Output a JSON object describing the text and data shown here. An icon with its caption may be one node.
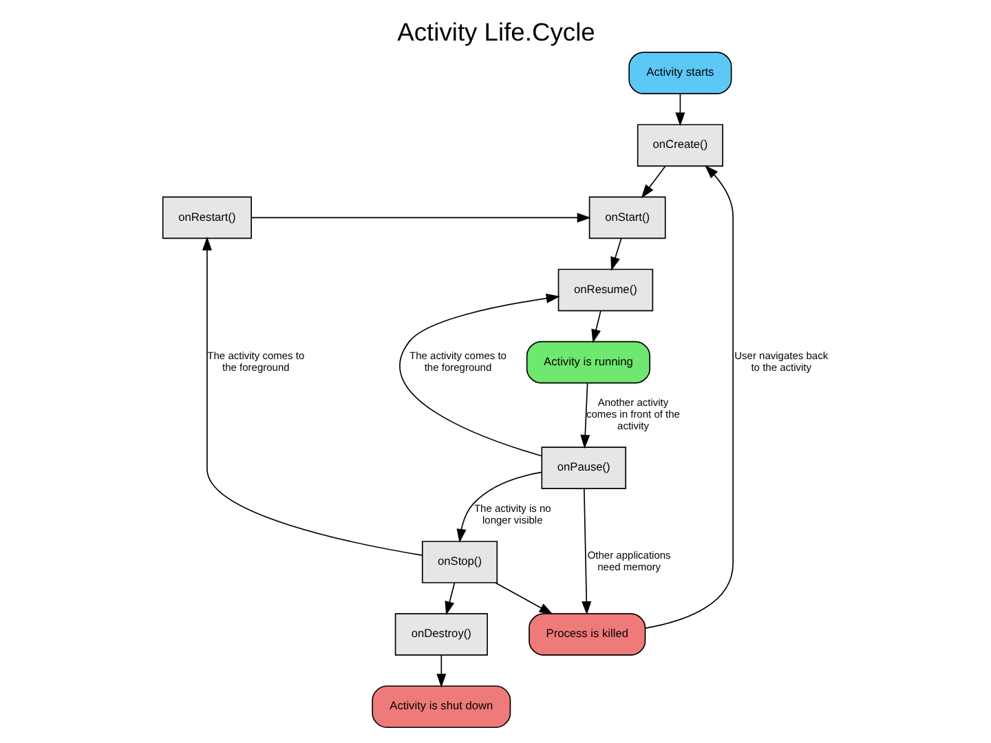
{
  "diagram": {
    "title": "Activity Life.Cycle",
    "nodes": [
      {
        "text": [
          "Activity starts"
        ]
      },
      {
        "text": [
          "onCreate()"
        ]
      },
      {
        "text": [
          "onStart()"
        ]
      },
      {
        "text": [
          "onRestart()"
        ]
      },
      {
        "text": [
          "onResume()"
        ]
      },
      {
        "text": [
          "Activity is running"
        ]
      },
      {
        "text": [
          "onPause()"
        ]
      },
      {
        "text": [
          "onStop()"
        ]
      },
      {
        "text": [
          "onDestroy()"
        ]
      },
      {
        "text": [
          "Activity is shut down"
        ]
      },
      {
        "text": [
          "Process is killed"
        ]
      }
    ],
    "edges": [
      {
        "from": 0,
        "to": 1,
        "arrow": "to"
      },
      {
        "from": 1,
        "to": 2,
        "arrow": "to"
      },
      {
        "from": 3,
        "to": 2,
        "arrow": "to"
      },
      {
        "from": 2,
        "to": 4,
        "arrow": "to"
      },
      {
        "from": 4,
        "to": 5,
        "arrow": "to"
      },
      {
        "from": 5,
        "to": 6,
        "arrow": "to",
        "label": "Another activity comes in front of the activity"
      },
      {
        "from": 6,
        "to": 4,
        "arrow": "to",
        "label": "The activity comes to the foreground"
      },
      {
        "from": 6,
        "to": 7,
        "arrow": "to",
        "label": "The activity is no longer visible"
      },
      {
        "from": 7,
        "to": 3,
        "arrow": "to",
        "label": "The activity comes to the foreground"
      },
      {
        "from": 7,
        "to": 8,
        "arrow": "to"
      },
      {
        "from": 8,
        "to": 9,
        "arrow": "to"
      },
      {
        "from": 6,
        "to": 10,
        "arrow": "to",
        "label": "Other applications need memory"
      },
      {
        "from": 7,
        "to": 10,
        "arrow": "to"
      },
      {
        "from": 10,
        "to": 1,
        "arrow": "to",
        "label": "User navigates back to the activity"
      }
    ]
  }
}
